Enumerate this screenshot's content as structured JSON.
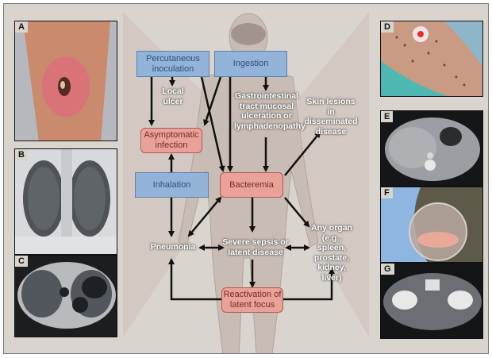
{
  "figure": {
    "colors": {
      "background": "#d9d5ce",
      "route_box": "#93b3d9",
      "route_box_border": "#5d7fad",
      "disease_box": "#e8a299",
      "disease_box_border": "#b55a50",
      "arrow": "#111111",
      "label_text": "#ffffff"
    },
    "route_boxes": {
      "percutaneous": "Percutaneous inoculation",
      "ingestion": "Ingestion",
      "inhalation": "Inhalation"
    },
    "disease_boxes": {
      "asymptomatic": "Asymptomatic infection",
      "bacteremia": "Bacteremia",
      "reactivation": "Reactivation of latent focus"
    },
    "labels": {
      "local_ulcer": "Local ulcer",
      "gi_tract": "Gastrointestinal tract mucosal ulceration or lymphadenopathy",
      "skin_lesions": "Skin lesions in disseminated disease",
      "pneumonia": "Pneumonia",
      "severe_sepsis": "Severe sepsis or latent disease",
      "any_organ": "Any organ (e.g., spleen, prostate, kidney, liver)"
    },
    "panels": [
      {
        "id": "A",
        "label": "A",
        "depicts": "skin ulcer on leg"
      },
      {
        "id": "B",
        "label": "B",
        "depicts": "chest radiograph"
      },
      {
        "id": "C",
        "label": "C",
        "depicts": "chest CT"
      },
      {
        "id": "D",
        "label": "D",
        "depicts": "disseminated skin lesions"
      },
      {
        "id": "E",
        "label": "E",
        "depicts": "abdominal CT"
      },
      {
        "id": "F",
        "label": "F",
        "depicts": "pus specimen"
      },
      {
        "id": "G",
        "label": "G",
        "depicts": "pelvic CT"
      }
    ]
  }
}
